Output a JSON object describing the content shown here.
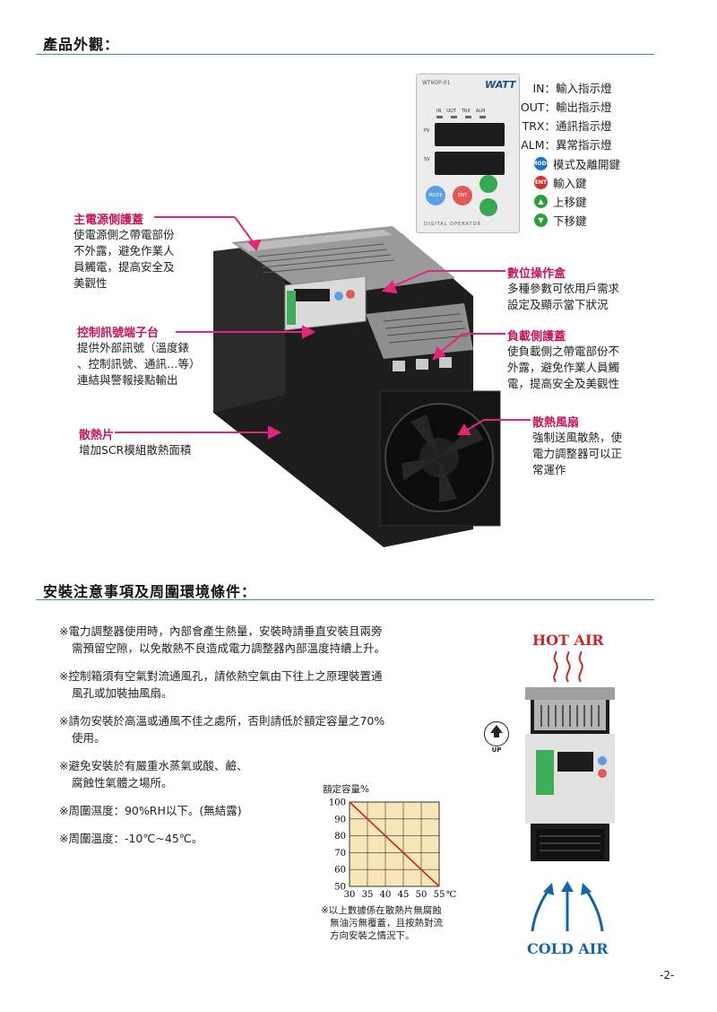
{
  "section1": {
    "title": "產品外觀："
  },
  "operator_panel": {
    "model": "WT6OP-01",
    "brand": "WATT",
    "led_labels": [
      "IN",
      "OUT",
      "TRX",
      "ALM"
    ],
    "pv": "PV",
    "sv": "SV",
    "mode_btn": "MODE",
    "ent_btn": "ENT",
    "footer": "DIGITAL OPERATOR"
  },
  "indicators": [
    {
      "code": "IN：",
      "desc": "輸入指示燈"
    },
    {
      "code": "OUT：",
      "desc": "輸出指示燈"
    },
    {
      "code": "TRX：",
      "desc": "通訊指示燈"
    },
    {
      "code": "ALM：",
      "desc": "異常指示燈"
    }
  ],
  "keys": [
    {
      "icon_name": "mode-key-icon",
      "color": "#1e6fd9",
      "label": "MODE",
      "desc": "模式及離開鍵"
    },
    {
      "icon_name": "ent-key-icon",
      "color": "#d32f2f",
      "label": "ENT",
      "desc": "輸入鍵"
    },
    {
      "icon_name": "up-key-icon",
      "color": "#2e9e3e",
      "label": "▲",
      "desc": "上移鍵"
    },
    {
      "icon_name": "down-key-icon",
      "color": "#2e9e3e",
      "label": "▼",
      "desc": "下移鍵"
    }
  ],
  "callouts": {
    "power_cover": {
      "title": "主電源側護蓋",
      "lines": [
        "使電源側之帶電部份",
        "不外露，避免作業人",
        "員觸電，提高安全及",
        "美觀性"
      ]
    },
    "control_terminal": {
      "title": "控制訊號端子台",
      "lines": [
        "提供外部訊號（溫度錶",
        "、控制訊號、通訊…等）",
        "連結與警報接點輸出"
      ]
    },
    "heatsink": {
      "title": "散熱片",
      "lines": [
        "增加SCR模組散熱面積"
      ]
    },
    "digital_box": {
      "title": "數位操作盒",
      "lines": [
        "多種參數可依用戶需求",
        "設定及顯示當下狀況"
      ]
    },
    "load_cover": {
      "title": "負載側護蓋",
      "lines": [
        "使負載側之帶電部份不",
        "外露，避免作業人員觸",
        "電，提高安全及美觀性"
      ]
    },
    "fan": {
      "title": "散熱風扇",
      "lines": [
        "強制送風散熱，使",
        "電力調整器可以正",
        "常運作"
      ]
    }
  },
  "section2": {
    "title": "安裝注意事項及周圍環境條件："
  },
  "notes": [
    {
      "lines": [
        "※電力調整器使用時，內部會產生熱量，安裝時請垂直安裝且兩旁",
        "需預留空隙，以免散熱不良造成電力調整器內部溫度持續上升。"
      ]
    },
    {
      "lines": [
        "※控制箱須有空氣對流通風孔，請依熱空氣由下往上之原理裝置通",
        "風孔或加裝抽風扇。"
      ]
    },
    {
      "lines": [
        "※請勿安裝於高溫或通風不佳之處所，否則請低於額定容量之70%",
        "使用。"
      ]
    },
    {
      "lines": [
        "※避免安裝於有嚴重水蒸氣或酸、鹼、",
        "腐蝕性氣體之場所。"
      ]
    },
    {
      "lines": [
        "※周圍濕度：90%RH以下。(無結露)"
      ]
    },
    {
      "lines": [
        "※周圍溫度：-10℃~45℃。"
      ]
    }
  ],
  "chart_data": {
    "type": "line",
    "ylabel": "額定容量%",
    "xlabel": "℃",
    "x_ticks": [
      "30",
      "35",
      "40",
      "45",
      "50",
      "55"
    ],
    "y_ticks": [
      "100",
      "90",
      "80",
      "70",
      "60",
      "50"
    ],
    "xlim": [
      30,
      55
    ],
    "ylim": [
      50,
      100
    ],
    "grid": true,
    "line_color": "#c62828",
    "x": [
      30,
      55
    ],
    "y": [
      100,
      50
    ]
  },
  "chart_note": [
    "※以上數據係在散熱片無腐蝕",
    "無油污無覆蓋，且按熱對流",
    "方向安裝之情況下。"
  ],
  "airflow": {
    "hot": "HOT AIR",
    "cold": "COLD AIR",
    "up": "UP",
    "hot_color": "#c62828",
    "cold_color": "#1565a8"
  },
  "page_number": "-2-"
}
